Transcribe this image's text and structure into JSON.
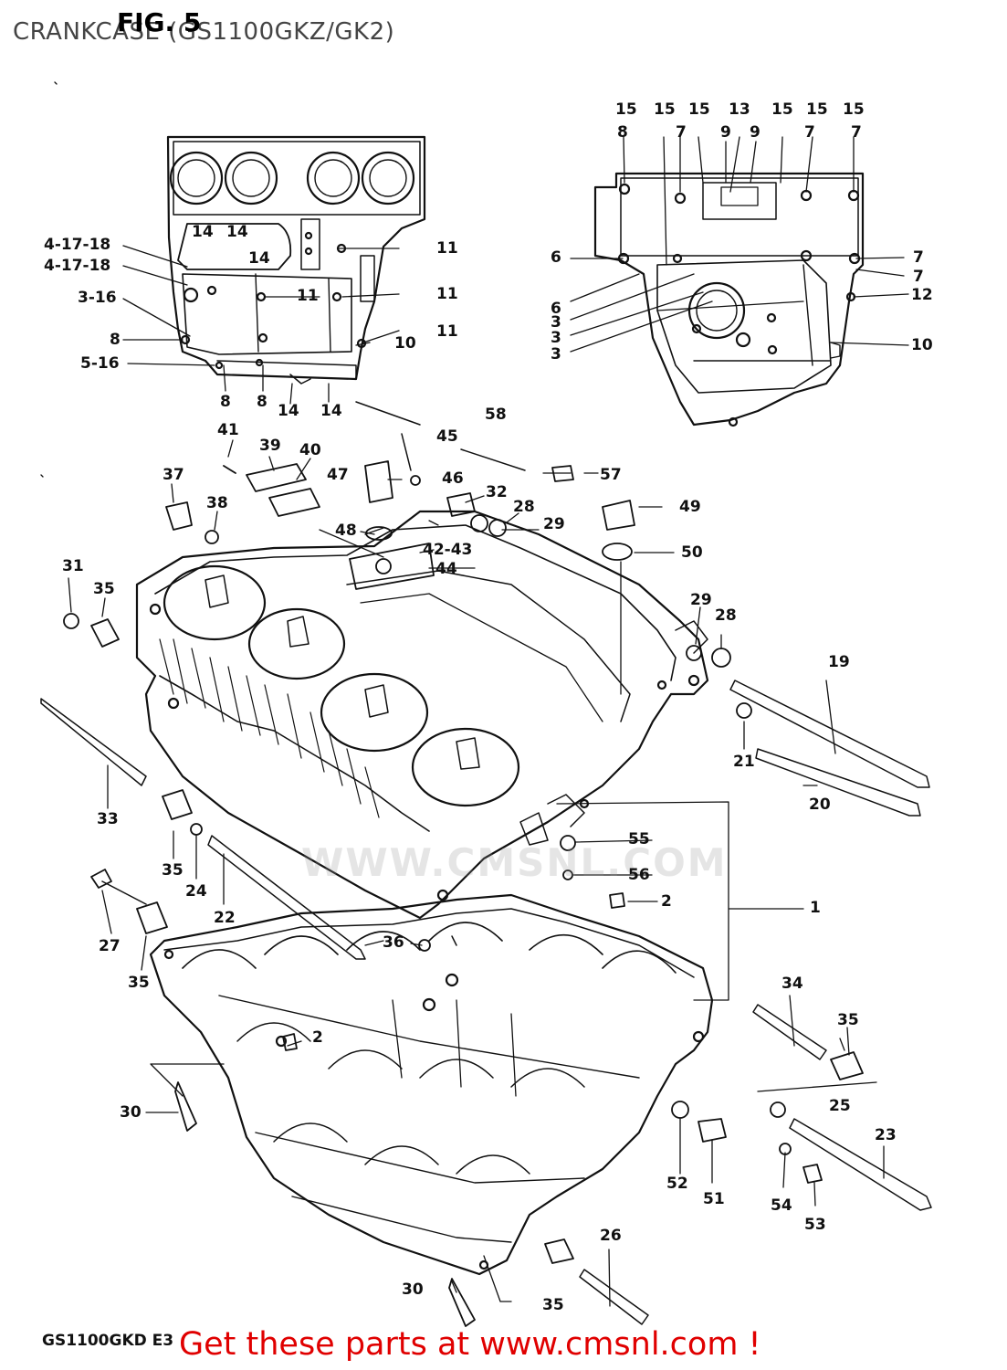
{
  "header": {
    "title": "CRANKCASE (GS1100GKZ/GK2)",
    "fig": "FIG. 5"
  },
  "diagram_code": "GS1100GKD E3",
  "watermark": "WWW.CMSNL.COM",
  "promo": "Get these parts at www.cmsnl.com !",
  "colors": {
    "promo": "#e00000",
    "ink": "#111111"
  },
  "callouts": [
    {
      "id": "t15a",
      "text": "15"
    },
    {
      "id": "t15b",
      "text": "15"
    },
    {
      "id": "t15c",
      "text": "15"
    },
    {
      "id": "t13",
      "text": "13"
    },
    {
      "id": "t15d",
      "text": "15"
    },
    {
      "id": "t15e",
      "text": "15"
    },
    {
      "id": "t15f",
      "text": "15"
    },
    {
      "id": "t8a",
      "text": "8"
    },
    {
      "id": "t7a",
      "text": "7"
    },
    {
      "id": "t9a",
      "text": "9"
    },
    {
      "id": "t9b",
      "text": "9"
    },
    {
      "id": "t7b",
      "text": "7"
    },
    {
      "id": "t7c",
      "text": "7"
    },
    {
      "id": "t6a",
      "text": "6"
    },
    {
      "id": "t7d",
      "text": "7"
    },
    {
      "id": "t7e",
      "text": "7"
    },
    {
      "id": "t6b",
      "text": "6"
    },
    {
      "id": "t12",
      "text": "12"
    },
    {
      "id": "t3a",
      "text": "3"
    },
    {
      "id": "t3b",
      "text": "3"
    },
    {
      "id": "t3c",
      "text": "3"
    },
    {
      "id": "t10a",
      "text": "10"
    },
    {
      "id": "t14a",
      "text": "14"
    },
    {
      "id": "t14b",
      "text": "14"
    },
    {
      "id": "t14c",
      "text": "14"
    },
    {
      "id": "t4a",
      "text": "4-17-18"
    },
    {
      "id": "t4b",
      "text": "4-17-18"
    },
    {
      "id": "t11a",
      "text": "11"
    },
    {
      "id": "t3-16",
      "text": "3-16"
    },
    {
      "id": "t11b",
      "text": "11"
    },
    {
      "id": "t11c",
      "text": "11"
    },
    {
      "id": "t11d",
      "text": "11"
    },
    {
      "id": "t8b",
      "text": "8"
    },
    {
      "id": "t10b",
      "text": "10"
    },
    {
      "id": "t5-16",
      "text": "5-16"
    },
    {
      "id": "t8c",
      "text": "8"
    },
    {
      "id": "t8d",
      "text": "8"
    },
    {
      "id": "t14d",
      "text": "14"
    },
    {
      "id": "t14e",
      "text": "14"
    },
    {
      "id": "t41",
      "text": "41"
    },
    {
      "id": "t39",
      "text": "39"
    },
    {
      "id": "t40",
      "text": "40"
    },
    {
      "id": "t45",
      "text": "45"
    },
    {
      "id": "t58",
      "text": "58"
    },
    {
      "id": "t37",
      "text": "37"
    },
    {
      "id": "t47",
      "text": "47"
    },
    {
      "id": "t46",
      "text": "46"
    },
    {
      "id": "t57",
      "text": "57"
    },
    {
      "id": "t38",
      "text": "38"
    },
    {
      "id": "t32",
      "text": "32"
    },
    {
      "id": "t28a",
      "text": "28"
    },
    {
      "id": "t49",
      "text": "49"
    },
    {
      "id": "t48",
      "text": "48"
    },
    {
      "id": "t29a",
      "text": "29"
    },
    {
      "id": "t42",
      "text": "42-43"
    },
    {
      "id": "t50",
      "text": "50"
    },
    {
      "id": "t44",
      "text": "44"
    },
    {
      "id": "t31",
      "text": "31"
    },
    {
      "id": "t35a",
      "text": "35"
    },
    {
      "id": "t29b",
      "text": "29"
    },
    {
      "id": "t28b",
      "text": "28"
    },
    {
      "id": "t19",
      "text": "19"
    },
    {
      "id": "t21",
      "text": "21"
    },
    {
      "id": "t33",
      "text": "33"
    },
    {
      "id": "t20",
      "text": "20"
    },
    {
      "id": "t55",
      "text": "55"
    },
    {
      "id": "t35b",
      "text": "35"
    },
    {
      "id": "t24",
      "text": "24"
    },
    {
      "id": "t56",
      "text": "56"
    },
    {
      "id": "t22",
      "text": "22"
    },
    {
      "id": "t2a",
      "text": "2"
    },
    {
      "id": "t1",
      "text": "1"
    },
    {
      "id": "t27",
      "text": "27"
    },
    {
      "id": "t36",
      "text": "36"
    },
    {
      "id": "t35c",
      "text": "35"
    },
    {
      "id": "t34",
      "text": "34"
    },
    {
      "id": "t35d",
      "text": "35"
    },
    {
      "id": "t2b",
      "text": "2"
    },
    {
      "id": "t30a",
      "text": "30"
    },
    {
      "id": "t25",
      "text": "25"
    },
    {
      "id": "t23",
      "text": "23"
    },
    {
      "id": "t52",
      "text": "52"
    },
    {
      "id": "t51",
      "text": "51"
    },
    {
      "id": "t54",
      "text": "54"
    },
    {
      "id": "t53",
      "text": "53"
    },
    {
      "id": "t26",
      "text": "26"
    },
    {
      "id": "t30b",
      "text": "30"
    },
    {
      "id": "t35e",
      "text": "35"
    }
  ]
}
